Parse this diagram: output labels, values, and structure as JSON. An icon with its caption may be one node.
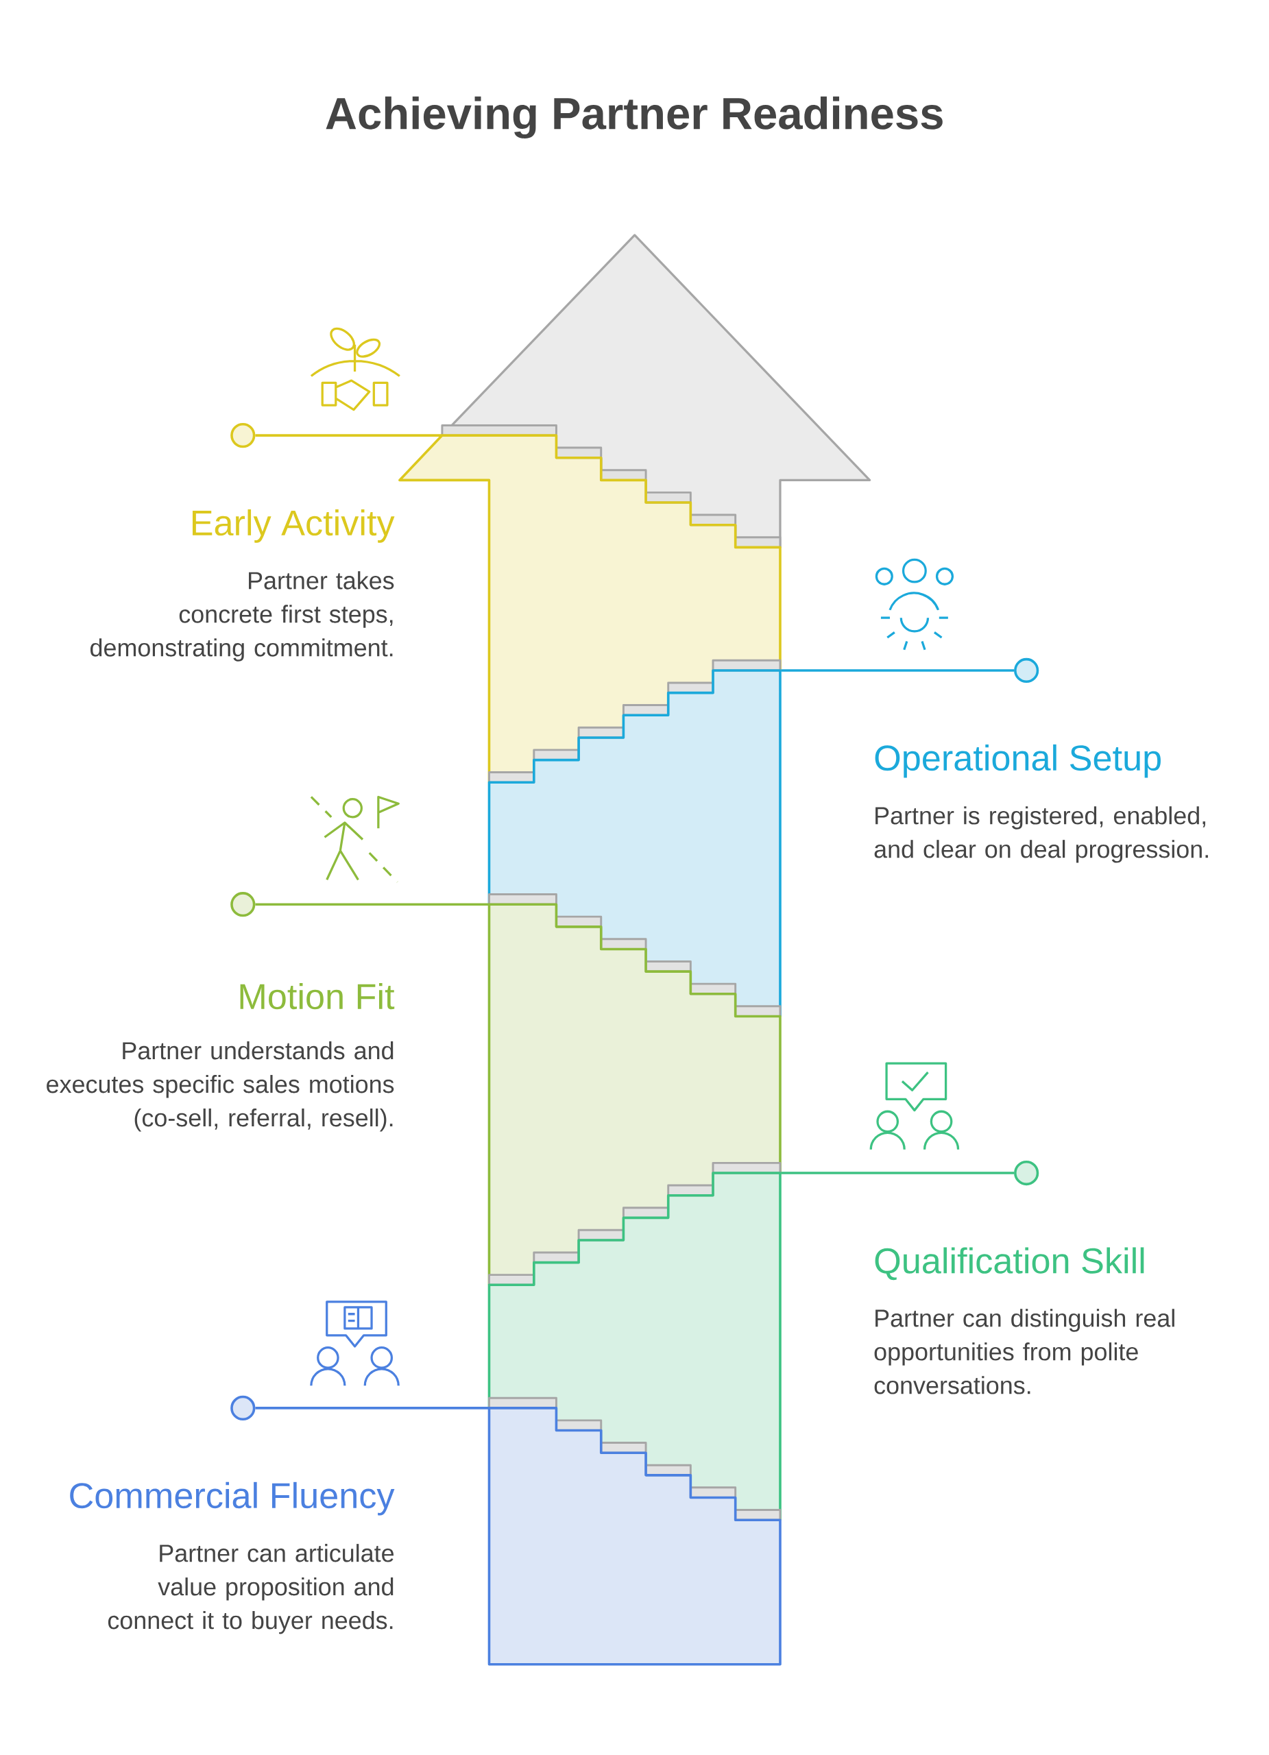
{
  "diagram": {
    "title": "Achieving Partner Readiness",
    "nodes": [
      {
        "text": [],
        "shape": "band"
      },
      {
        "text": [],
        "shape": "band"
      },
      {
        "text": [],
        "shape": "band"
      },
      {
        "text": [],
        "shape": "band"
      },
      {
        "text": [],
        "shape": "band"
      },
      {
        "text": [],
        "shape": "circle"
      },
      {
        "text": [],
        "shape": "circle"
      },
      {
        "text": [],
        "shape": "circle"
      },
      {
        "text": [],
        "shape": "circle"
      },
      {
        "text": [],
        "shape": "circle"
      }
    ],
    "edges": [
      {
        "from": 5,
        "to": 0,
        "arrow": "none",
        "color": "#dcc81e"
      },
      {
        "from": 6,
        "to": 1,
        "arrow": "none",
        "color": "#1ba9db"
      },
      {
        "from": 7,
        "to": 2,
        "arrow": "none",
        "color": "#8dbb3c"
      },
      {
        "from": 8,
        "to": 3,
        "arrow": "none",
        "color": "#3dc282"
      },
      {
        "from": 9,
        "to": 4,
        "arrow": "none",
        "color": "#4b80e0"
      }
    ],
    "labels": [
      "Early Activity",
      "Partner takes concrete first steps, demonstrating commitment.",
      "Operational Setup",
      "Partner is registered, enabled, and clear on deal progression.",
      "Motion Fit",
      "Partner understands and executes specific sales motions (co-sell, referral, resell).",
      "Qualification Skill",
      "Partner can distinguish real opportunities from polite conversations.",
      "Commercial Fluency",
      "Partner can articulate value proposition and connect it to buyer needs."
    ]
  }
}
